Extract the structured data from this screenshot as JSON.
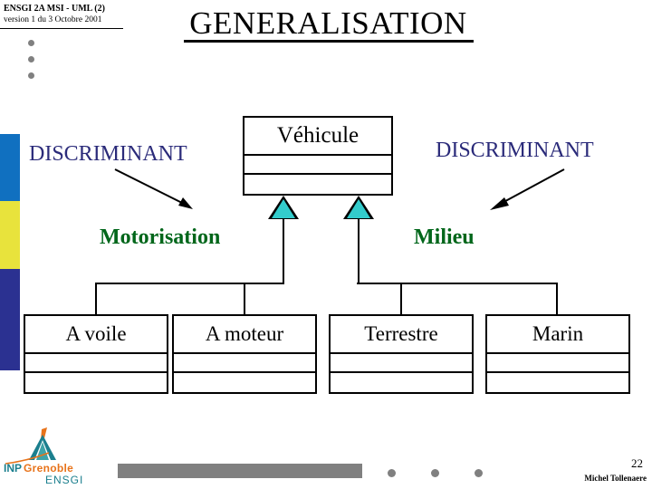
{
  "header": {
    "course": "ENSGI 2A MSI - UML (2)",
    "version": "version 1 du 3 Octobre 2001"
  },
  "title": "GENERALISATION",
  "diagram": {
    "parent": {
      "name": "Véhicule"
    },
    "discriminant_left": "DISCRIMINANT",
    "discriminant_right": "DISCRIMINANT",
    "set_labels": {
      "left": "Motorisation",
      "right": "Milieu"
    },
    "children": [
      {
        "name": "A voile"
      },
      {
        "name": "A moteur"
      },
      {
        "name": "Terrestre"
      },
      {
        "name": "Marin"
      }
    ]
  },
  "footer": {
    "page_number": "22",
    "author": "Michel Tollenaere",
    "logo": {
      "inp": "INP",
      "grenoble": "Grenoble",
      "school": "ENSGI"
    }
  },
  "colors": {
    "bar_blue": "#1070C0",
    "bar_yellow": "#E8E33C",
    "bar_navy": "#2B3191",
    "discriminant_text": "#2B2B7A",
    "set_label_text": "#00661A",
    "triangle_fill": "#33CCCC",
    "footer_gray": "#808080"
  }
}
